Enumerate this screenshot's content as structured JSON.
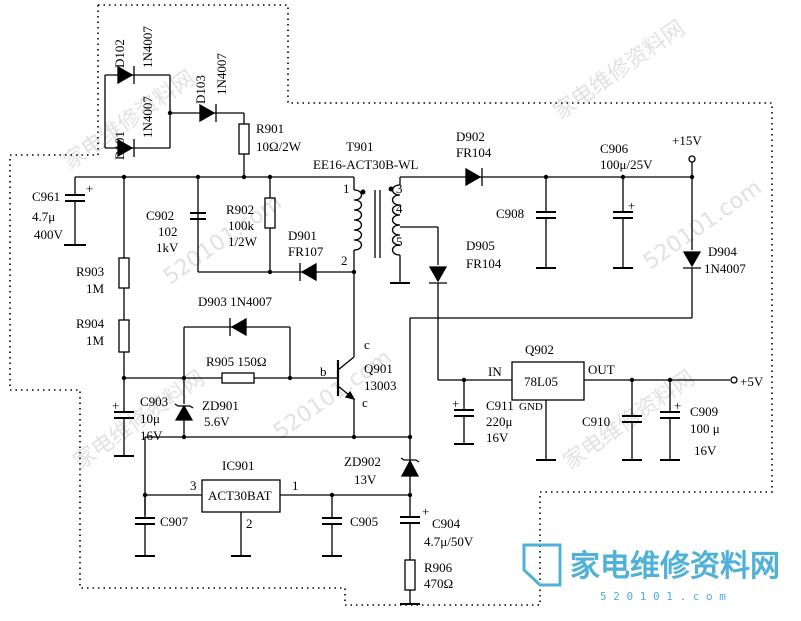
{
  "labels": {
    "d102": "D102",
    "d102_part": "1N4007",
    "d101": "D101",
    "d101_part": "1N4007",
    "d103": "D103",
    "d103_part": "1N4007",
    "r901": "R901",
    "r901_val": "10Ω/2W",
    "t901": "T901",
    "t901_part": "EE16-ACT30B-WL",
    "d902": "D902",
    "d902_part": "FR104",
    "plus15v": "+15V",
    "c906": "C906",
    "c906_val": "100μ/25V",
    "c961": "C961",
    "c961_val1": "4.7μ",
    "c961_val2": "400V",
    "c902": "C902",
    "c902_val1": "102",
    "c902_val2": "1kV",
    "r902": "R902",
    "r902_val1": "100k",
    "r902_val2": "1/2W",
    "d901": "D901",
    "d901_part": "FR107",
    "pin1": "1",
    "pin2": "2",
    "pin3": "3",
    "pin4": "4",
    "pin5": "5",
    "c908": "C908",
    "d905": "D905",
    "d905_part": "FR104",
    "d904": "D904",
    "d904_part": "1N4007",
    "r903": "R903",
    "r903_val": "1M",
    "r904": "R904",
    "r904_val": "1M",
    "d903": "D903  1N4007",
    "r905": "R905  150Ω",
    "q901_b": "b",
    "q901_c": "c",
    "q901_e": "c",
    "q901": "Q901",
    "q901_part": "13003",
    "q902": "Q902",
    "q902_in": "IN",
    "q902_part": "78L05",
    "q902_out": "OUT",
    "q902_gnd": "GND",
    "plus5v": "+5V",
    "c903": "C903",
    "c903_val1": "10μ",
    "c903_val2": "16V",
    "zd901": "ZD901",
    "zd901_val": "5.6V",
    "c911": "C911",
    "c911_val1": "220μ",
    "c911_val2": "16V",
    "c910": "C910",
    "c909": "C909",
    "c909_val1": "100 μ",
    "c909_val2": "16V",
    "ic901": "IC901",
    "ic901_part": "ACT30BAT",
    "ic901_pin3": "3",
    "ic901_pin1": "1",
    "ic901_pin2": "2",
    "zd902": "ZD902",
    "zd902_val": "13V",
    "c907": "C907",
    "c905": "C905",
    "c904": "C904",
    "c904_val": "4.7μ/50V",
    "r906": "R906",
    "r906_val": "470Ω"
  },
  "watermark": {
    "logo_text": "家电维修资料网",
    "url": "5 2 0 1 0 1 . c o m",
    "faint_1": "家电维修资料网",
    "faint_2": "520101.com"
  }
}
